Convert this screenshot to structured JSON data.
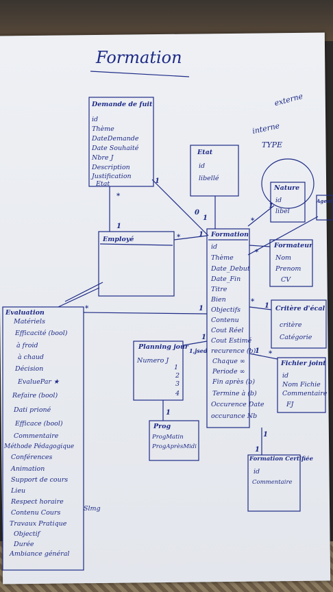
{
  "title": "Formation",
  "notes": {
    "externe": "externe",
    "interne": "interne",
    "type": "TYPE"
  },
  "entities": {
    "demande_defuit": {
      "title": "Demande de fuit",
      "attrs": [
        "id",
        "Thème",
        "DateDemande",
        "Date Souhaité",
        "Nbre J",
        "Description",
        "Justification",
        "Etat"
      ]
    },
    "etat": {
      "title": "Etat",
      "attrs": [
        "id",
        "libellé"
      ]
    },
    "nature": {
      "title": "Nature",
      "attrs": [
        "id",
        "libel"
      ]
    },
    "employe": {
      "title": "Employé",
      "attrs": []
    },
    "formation": {
      "title": "Formation",
      "attrs": [
        "id",
        "Thème",
        "Date_Debut",
        "Date_Fin",
        "Titre",
        "Bien",
        "Objectifs",
        "Contenu",
        "Cout Réel",
        "Cout Estimé",
        "recurence (b)",
        "Chaque ∞",
        "Periode ∞",
        "Fin après (b)",
        "Termine à (b)",
        "Occurence Date",
        "occurance Nb"
      ]
    },
    "formateur": {
      "title": "Formateur",
      "attrs": [
        "Nom",
        "Prenom",
        "CV"
      ]
    },
    "critere_ecal": {
      "title": "Critère d'écal",
      "attrs": [
        "critère",
        "Catégorie"
      ]
    },
    "fichier_joint": {
      "title": "Fichier joint",
      "attrs": [
        "id",
        "Nom Fichie",
        "Commentaire",
        "FJ"
      ]
    },
    "planning_jour": {
      "title": "Planning jour",
      "attrs": [
        "Numero J",
        "1",
        "2",
        "3",
        "4"
      ]
    },
    "prog": {
      "title": "Prog",
      "attrs": [
        "ProgMatin",
        "ProgAprèsMidi"
      ]
    },
    "formation_certifiee": {
      "title": "Formation Certifiée",
      "attrs": [
        "id",
        "Commentaire"
      ]
    },
    "evaluation": {
      "title": "Evaluation",
      "attrs": [
        "Matériels",
        "Efficacité (bool)",
        "à froid",
        "à chaud",
        "Décision",
        "EvaluePar ★",
        "Refaire (bool)",
        "Dati prioné",
        "Efficace (bool)",
        "Commentaire",
        "Méthode Pédagogique",
        "Conférences",
        "Animation",
        "Support de cours",
        "Lieu",
        "Respect horaire",
        "Contenu Cours",
        "Travaux Pratique",
        "Objectif",
        "Durée",
        "Ambiance général"
      ]
    },
    "evaluation_extra": {
      "slmg": "Slmg"
    },
    "agent": {
      "title": "Agent"
    }
  },
  "cardinalities": {
    "dem_form": "1",
    "etat_form_a": "0",
    "etat_form_b": "1",
    "emp_dem_star": "*",
    "emp_dem_one": "1",
    "emp_form_star": "*",
    "emp_form_one": "1",
    "eval_form_star": "*",
    "eval_form_one": "1",
    "nat_star": "*",
    "nat_one": "1",
    "fmtr_star": "*",
    "crit_star": "*",
    "crit_one": "1",
    "fj_star": "*",
    "fj_one": "1",
    "plan_form_one": "1",
    "plan_label": "1,jsed",
    "plan_prog": "1",
    "cert_form": "1",
    "cert_one": "1"
  },
  "colors": {
    "ink": "#1d2a86",
    "paper": "#e8ebf0"
  }
}
